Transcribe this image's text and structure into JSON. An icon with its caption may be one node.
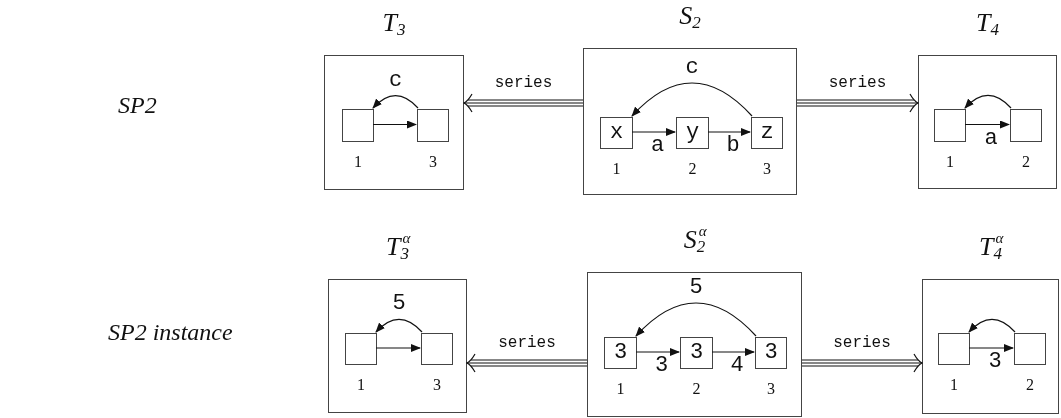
{
  "diagram": {
    "nodes": [
      {
        "text": [
          "T$_{3}$"
        ]
      },
      {
        "text": [],
        "shape": "box",
        "in": 0,
        "beside": [
          "1"
        ]
      },
      {
        "text": [],
        "shape": "box",
        "in": 0,
        "beside": [
          "3"
        ]
      },
      {
        "text": [
          "S$_{2}$"
        ]
      },
      {
        "text": [
          "x"
        ],
        "in": 3,
        "beside": [
          "1"
        ]
      },
      {
        "text": [
          "y"
        ],
        "in": 3,
        "beside": [
          "2"
        ]
      },
      {
        "text": [
          "z"
        ],
        "in": 3,
        "beside": [
          "3"
        ]
      },
      {
        "text": [
          "T$_{4}$"
        ]
      },
      {
        "text": [],
        "shape": "box",
        "in": 7,
        "beside": [
          "1"
        ]
      },
      {
        "text": [],
        "shape": "box",
        "in": 7,
        "beside": [
          "2"
        ]
      },
      {
        "text": [
          "T$^{α}$$_{3}$"
        ]
      },
      {
        "text": [],
        "shape": "box",
        "in": 10,
        "beside": [
          "1"
        ]
      },
      {
        "text": [],
        "shape": "box",
        "in": 10,
        "beside": [
          "3"
        ]
      },
      {
        "text": [
          "S$^{α}$$_{2}$"
        ]
      },
      {
        "text": [
          "3"
        ],
        "in": 13,
        "beside": [
          "1"
        ]
      },
      {
        "text": [
          "3"
        ],
        "in": 13,
        "beside": [
          "2"
        ]
      },
      {
        "text": [
          "3"
        ],
        "in": 13,
        "beside": [
          "3"
        ]
      },
      {
        "text": [
          "T$^{α}$$_{4}$"
        ]
      },
      {
        "text": [],
        "shape": "box",
        "in": 17,
        "beside": [
          "1"
        ]
      },
      {
        "text": [],
        "shape": "box",
        "in": 17,
        "beside": [
          "2"
        ]
      }
    ],
    "edges": [
      {
        "from": 1,
        "to": 2,
        "arrow": "to"
      },
      {
        "from": 2,
        "to": 1,
        "arrow": "to",
        "label": "c"
      },
      {
        "from": 4,
        "to": 5,
        "arrow": "to",
        "label": "a"
      },
      {
        "from": 5,
        "to": 6,
        "arrow": "to",
        "label": "b"
      },
      {
        "from": 6,
        "to": 4,
        "arrow": "to",
        "label": "c"
      },
      {
        "from": 8,
        "to": 9,
        "arrow": "to",
        "label": "a"
      },
      {
        "from": 9,
        "to": 8,
        "arrow": "to"
      },
      {
        "from": 3,
        "to": 0,
        "arrow": "to",
        "label": "series"
      },
      {
        "from": 3,
        "to": 7,
        "arrow": "to",
        "label": "series"
      },
      {
        "from": 11,
        "to": 12,
        "arrow": "to"
      },
      {
        "from": 12,
        "to": 11,
        "arrow": "to",
        "label": "5"
      },
      {
        "from": 14,
        "to": 15,
        "arrow": "to",
        "label": "3"
      },
      {
        "from": 15,
        "to": 16,
        "arrow": "to",
        "label": "4"
      },
      {
        "from": 16,
        "to": 14,
        "arrow": "to",
        "label": "5"
      },
      {
        "from": 18,
        "to": 19,
        "arrow": "to",
        "label": "3"
      },
      {
        "from": 19,
        "to": 18,
        "arrow": "to"
      },
      {
        "from": 13,
        "to": 10,
        "arrow": "to",
        "label": "series"
      },
      {
        "from": 13,
        "to": 17,
        "arrow": "to",
        "label": "series"
      }
    ],
    "labels": [
      "SP2",
      "SP2 instance"
    ]
  }
}
